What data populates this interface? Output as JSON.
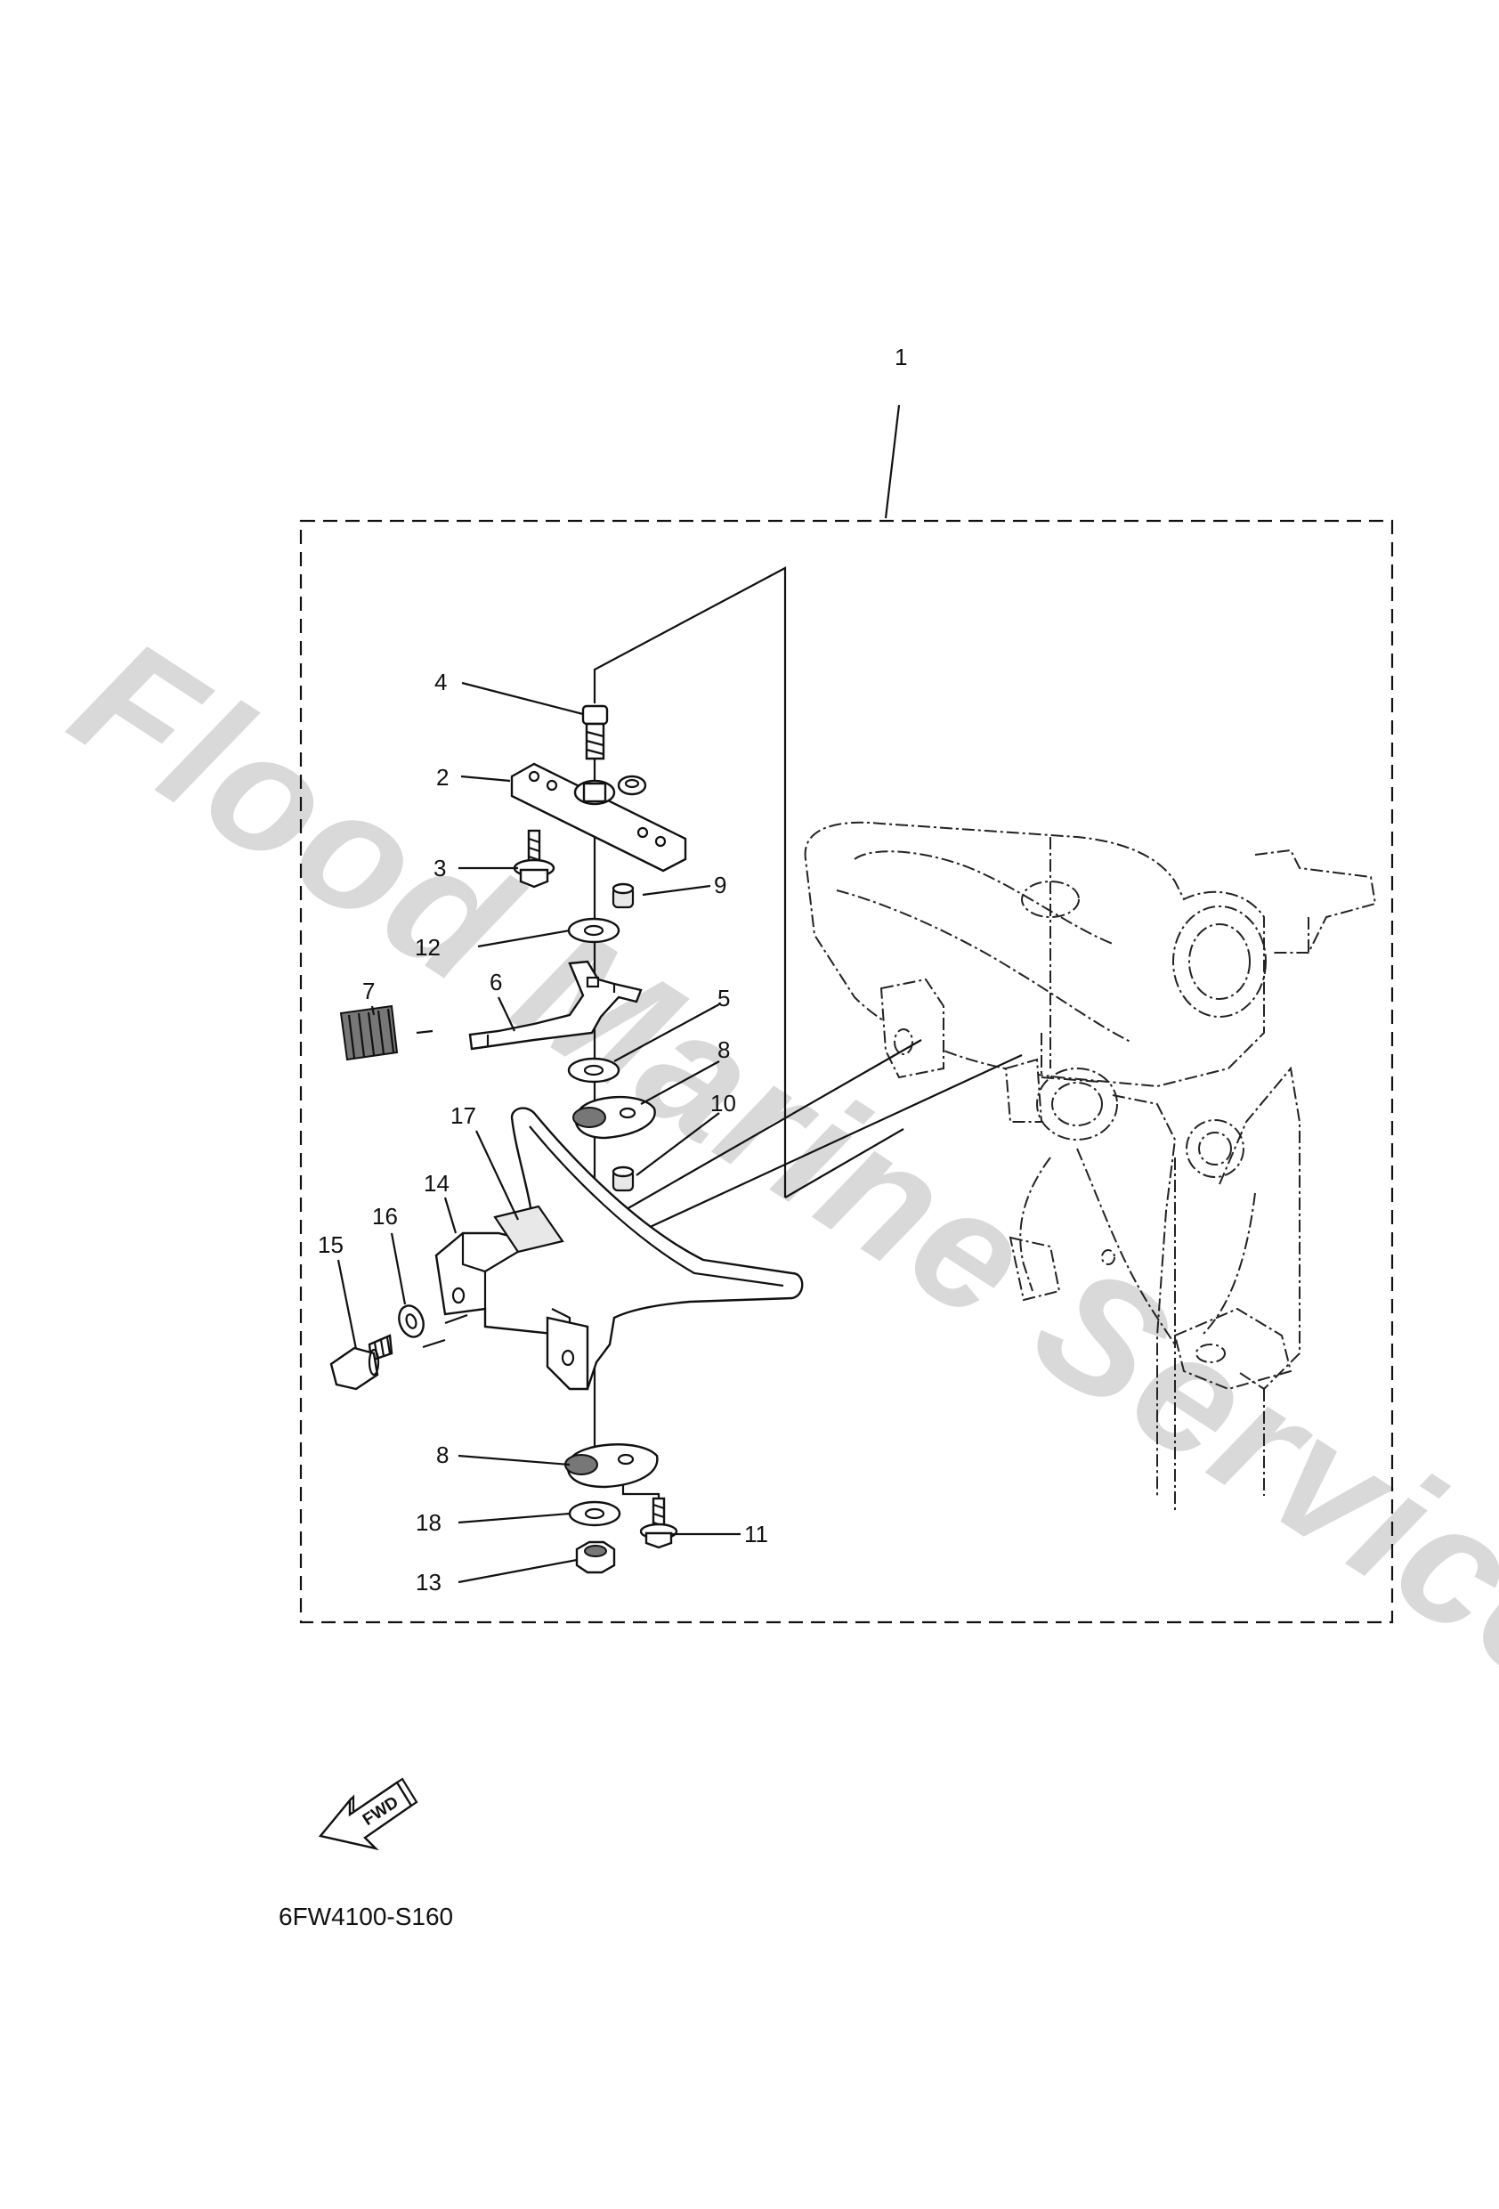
{
  "watermark": "Flood Marine Services",
  "diagram_code": "6FW4100-S160",
  "fwd_label": "FWD",
  "callouts": {
    "c1": "1",
    "c2": "2",
    "c3": "3",
    "c4": "4",
    "c5": "5",
    "c6": "6",
    "c7": "7",
    "c8a": "8",
    "c8b": "8",
    "c9": "9",
    "c10": "10",
    "c11": "11",
    "c12": "12",
    "c13": "13",
    "c14": "14",
    "c15": "15",
    "c16": "16",
    "c17": "17",
    "c18": "18"
  },
  "colors": {
    "line": "#111111",
    "watermark": "#d9d9d9",
    "background": "#ffffff"
  }
}
